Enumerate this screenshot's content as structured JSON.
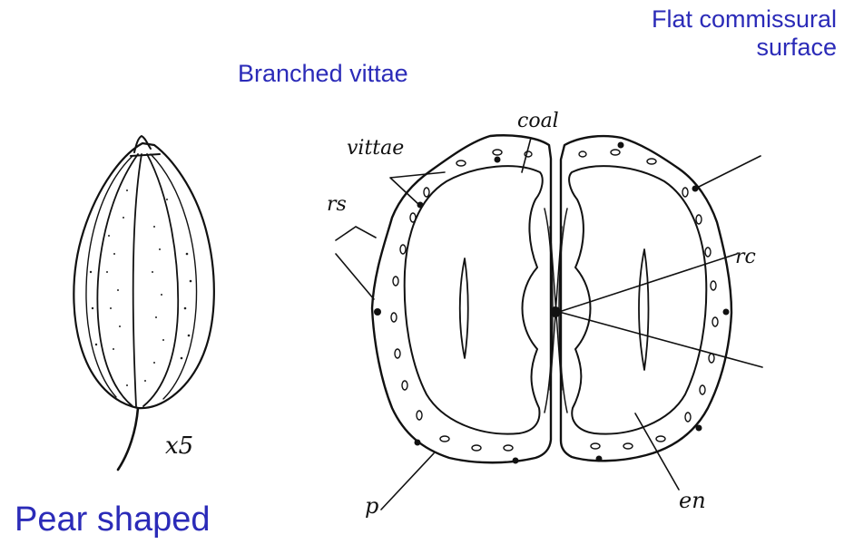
{
  "labels": {
    "flat_commissural_line1": "Flat commissural",
    "flat_commissural_line2": "surface",
    "branched_vittae": "Branched vittae",
    "pear_shaped": "Pear shaped"
  },
  "drawing_labels": {
    "magnification": "x5",
    "vittae": "vittae",
    "coal": "coal",
    "rs": "rs",
    "rc": "rc",
    "p": "p",
    "en": "en"
  },
  "colors": {
    "caption_blue": "#2b2bb8",
    "ink": "#111111"
  }
}
